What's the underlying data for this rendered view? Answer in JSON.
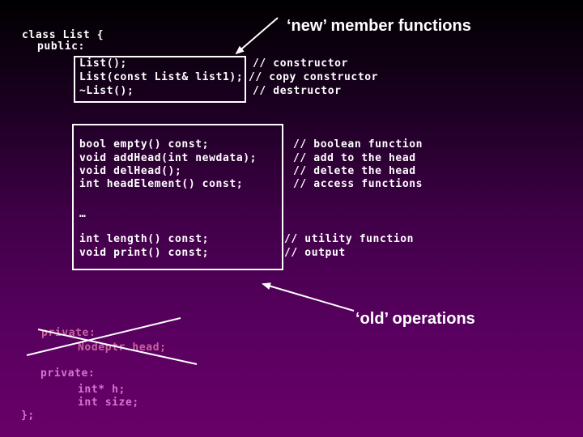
{
  "titles": {
    "new_functions": "‘new’ member functions",
    "old_operations": "‘old’ operations"
  },
  "code": {
    "class_decl": "class List {",
    "public_label": "public:",
    "closing_brace": "};",
    "box1": {
      "lines": [
        "List();",
        "List(const List& list1);",
        "~List();"
      ],
      "comments": [
        "// constructor",
        "// copy constructor",
        "// destructor"
      ]
    },
    "box2": {
      "lines": [
        "bool empty() const;",
        "void addHead(int newdata);",
        "void delHead();",
        "int headElement() const;"
      ],
      "ellipsis": "…",
      "lines2": [
        "int length() const;",
        "void print() const;"
      ],
      "comments": [
        "// boolean function",
        "// add to the head",
        "// delete the head",
        "// access functions"
      ],
      "comments2": [
        "// utility function",
        "// output"
      ]
    },
    "crossed_out": {
      "line1": "private:",
      "line2": "Nodeptr head;"
    },
    "private_section": {
      "line1": "private:",
      "line2": "int* h;",
      "line3": "int size;"
    }
  },
  "colors": {
    "background_top": "#000000",
    "background_bottom": "#690069",
    "code_text": "#ffffff",
    "box_border": "#ffffff",
    "arrow": "#ffffff",
    "strike_lines": "#ffffff",
    "crossed_text": "#c9639f",
    "private_text": "#d873d0",
    "title_text": "#ffffff"
  }
}
